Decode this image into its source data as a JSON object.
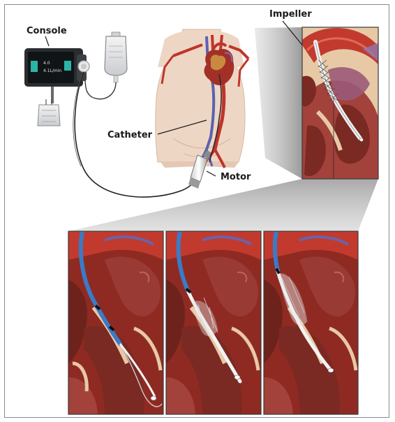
{
  "labels": {
    "console": "Console",
    "impeller": "Impeller",
    "catheter": "Catheter",
    "motor": "Motor"
  },
  "console_screen": {
    "line1": "4.0",
    "line2": "4.1L/min"
  },
  "colors": {
    "skin": "#eed6c4",
    "artery": "#c0342c",
    "vein": "#5a62b0",
    "heart_red": "#a23026",
    "tissue_dark": "#7a2a22",
    "catheter_blue": "#3a7bc8",
    "console_body": "#2a2d30",
    "screen_accent": "#2bb5a8"
  }
}
